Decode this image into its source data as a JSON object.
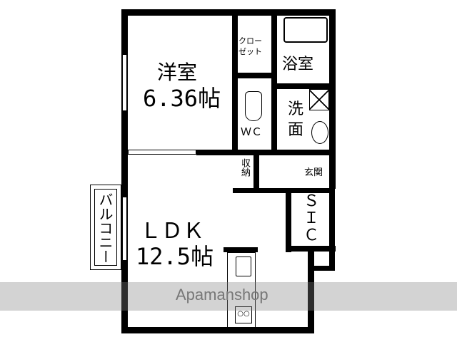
{
  "floorplan": {
    "rooms": {
      "western_room": {
        "name": "洋室",
        "size": "6.36帖"
      },
      "closet": {
        "name_line1": "クロー",
        "name_line2": "ゼット"
      },
      "bath": {
        "name": "浴室"
      },
      "toilet": {
        "name": "ＷＣ"
      },
      "washroom": {
        "name_line1": "洗",
        "name_line2": "面"
      },
      "storage": {
        "name": "収納"
      },
      "entrance": {
        "name": "玄関"
      },
      "sic": {
        "line1": "Ｓ",
        "line2": "Ｉ",
        "line3": "Ｃ"
      },
      "ldk": {
        "name": "ＬＤＫ",
        "size": "12.5帖"
      },
      "balcony": {
        "name": "バルコニー"
      }
    },
    "watermark": "Apamanshop"
  }
}
